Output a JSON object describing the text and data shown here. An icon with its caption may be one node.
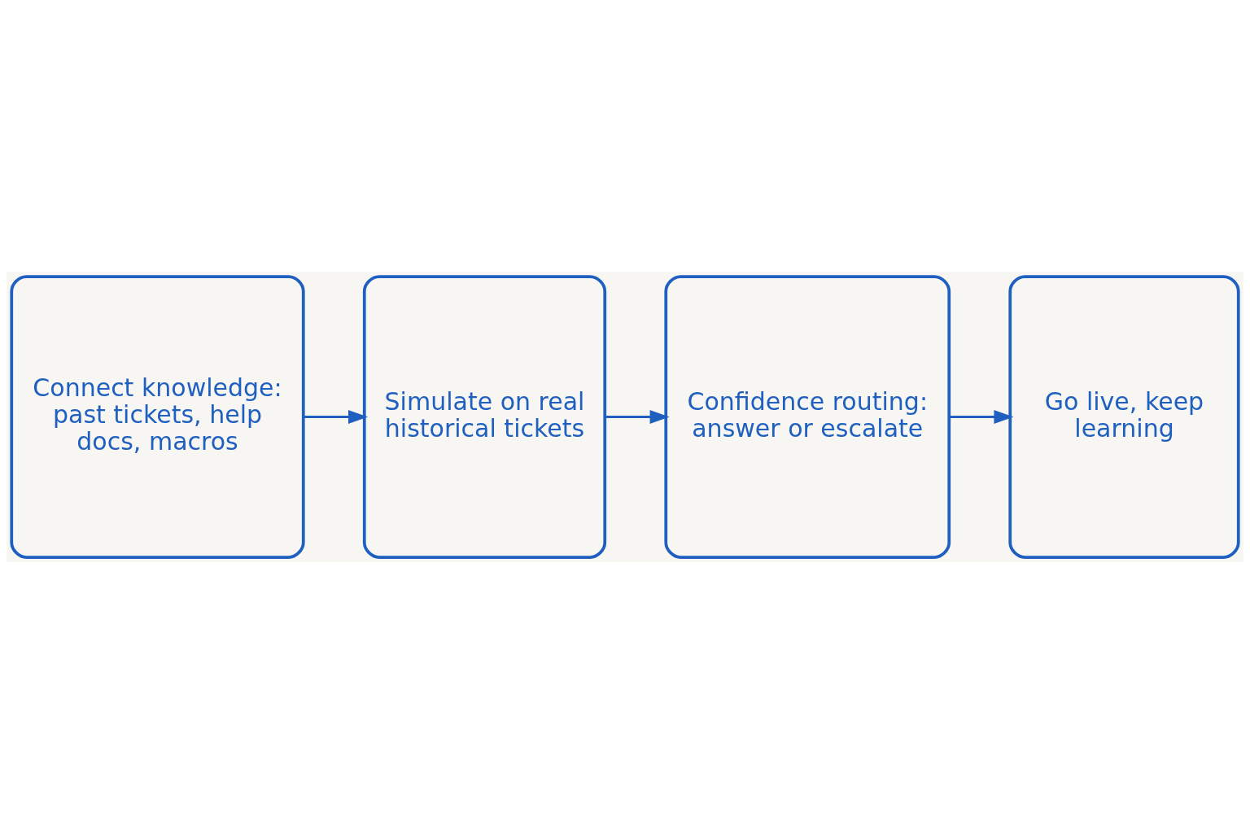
{
  "diagram": {
    "nodes": [
      {
        "text": [
          "Connect knowledge: past tickets, help docs, macros"
        ]
      },
      {
        "text": [
          "Simulate on real historical tickets"
        ]
      },
      {
        "text": [
          "Confidence routing: answer or escalate"
        ]
      },
      {
        "text": [
          "Go live, keep learning"
        ]
      }
    ],
    "edges": [
      {
        "from": 0,
        "to": 1,
        "arrow": "to"
      },
      {
        "from": 1,
        "to": 2,
        "arrow": "to"
      },
      {
        "from": 2,
        "to": 3,
        "arrow": "to"
      }
    ]
  }
}
